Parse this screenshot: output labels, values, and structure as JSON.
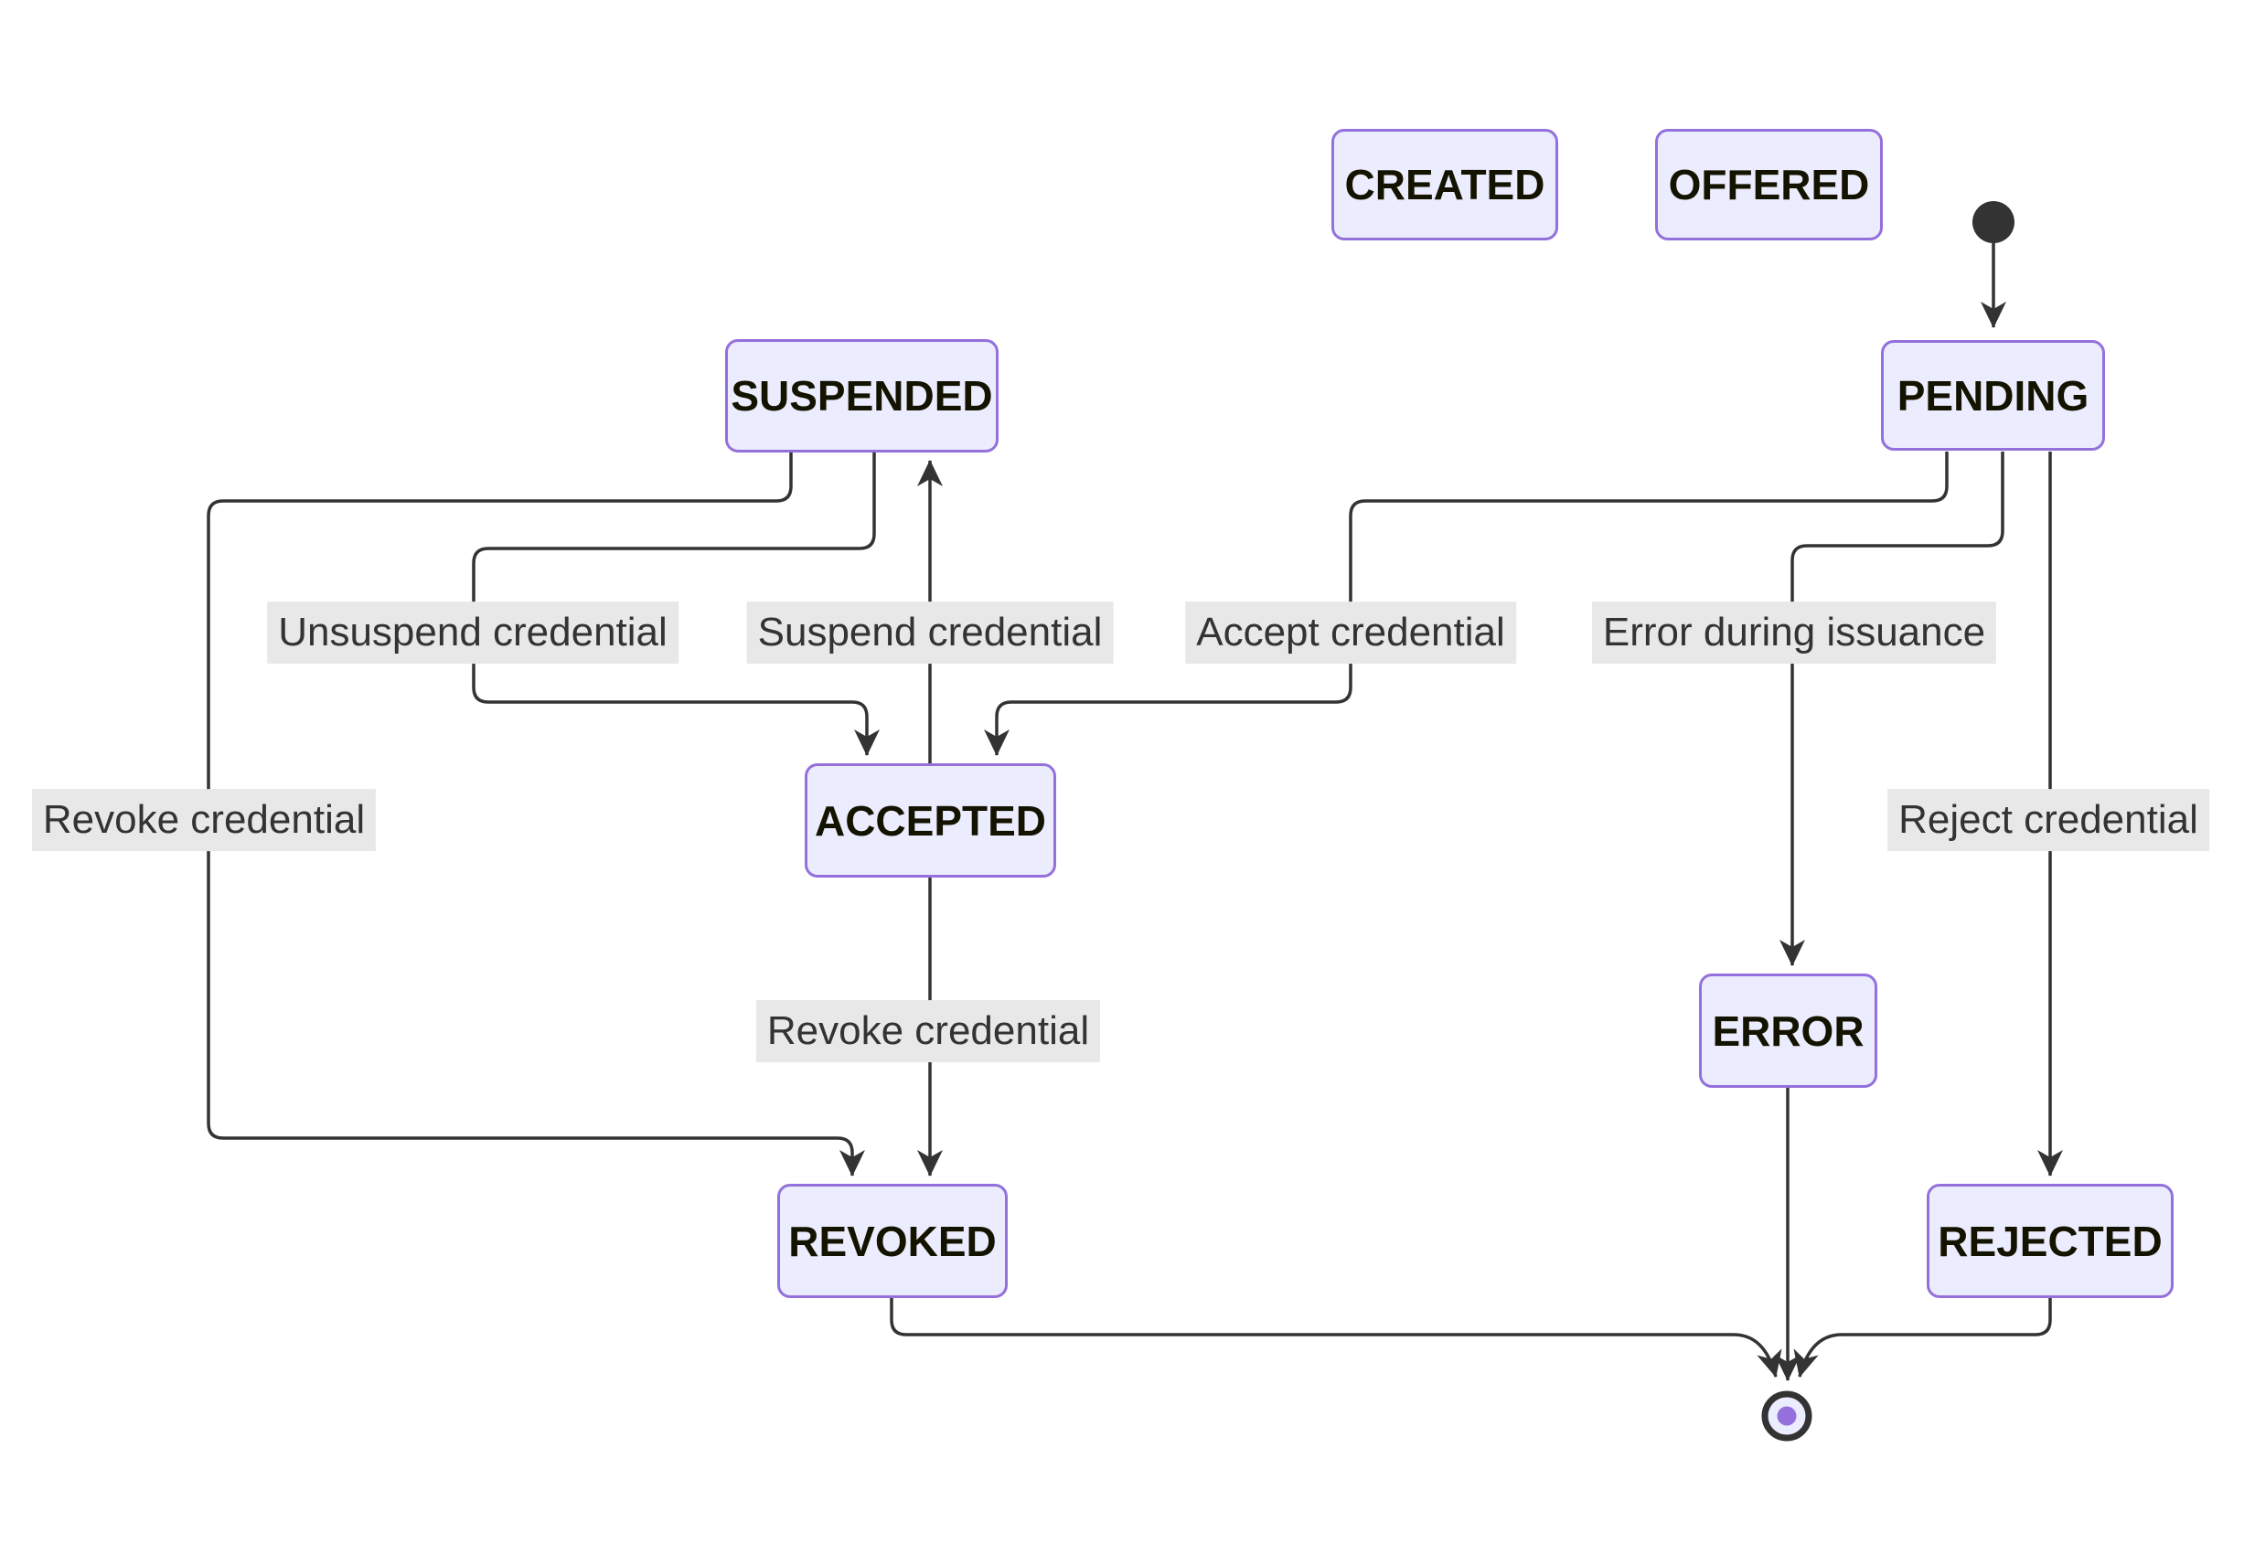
{
  "diagram": {
    "type": "state-diagram",
    "colors": {
      "state_fill": "#ECECFF",
      "state_border": "#9370DB",
      "state_text": "#131300",
      "edge_line": "#333333",
      "edge_label_bg": "#E8E8E8",
      "edge_label_text": "#333333",
      "start_dot": "#333333",
      "final_ring": "#333333",
      "final_core": "#9370DB"
    },
    "states": {
      "created": {
        "label": "CREATED"
      },
      "offered": {
        "label": "OFFERED"
      },
      "pending": {
        "label": "PENDING"
      },
      "suspended": {
        "label": "SUSPENDED"
      },
      "accepted": {
        "label": "ACCEPTED"
      },
      "error": {
        "label": "ERROR"
      },
      "revoked": {
        "label": "REVOKED"
      },
      "rejected": {
        "label": "REJECTED"
      }
    },
    "transitions": {
      "start_to_pending": {
        "from": "start",
        "to": "PENDING",
        "label": ""
      },
      "pending_to_accepted": {
        "from": "PENDING",
        "to": "ACCEPTED",
        "label": "Accept credential"
      },
      "pending_to_error": {
        "from": "PENDING",
        "to": "ERROR",
        "label": "Error during issuance"
      },
      "pending_to_rejected": {
        "from": "PENDING",
        "to": "REJECTED",
        "label": "Reject credential"
      },
      "suspended_to_revoked": {
        "from": "SUSPENDED",
        "to": "REVOKED",
        "label": "Revoke credential"
      },
      "suspended_to_accepted": {
        "from": "SUSPENDED",
        "to": "ACCEPTED",
        "label": "Unsuspend credential"
      },
      "accepted_to_suspended": {
        "from": "ACCEPTED",
        "to": "SUSPENDED",
        "label": "Suspend credential"
      },
      "accepted_to_revoked": {
        "from": "ACCEPTED",
        "to": "REVOKED",
        "label": "Revoke credential"
      },
      "revoked_to_final": {
        "from": "REVOKED",
        "to": "final",
        "label": ""
      },
      "error_to_final": {
        "from": "ERROR",
        "to": "final",
        "label": ""
      },
      "rejected_to_final": {
        "from": "REJECTED",
        "to": "final",
        "label": ""
      }
    }
  }
}
